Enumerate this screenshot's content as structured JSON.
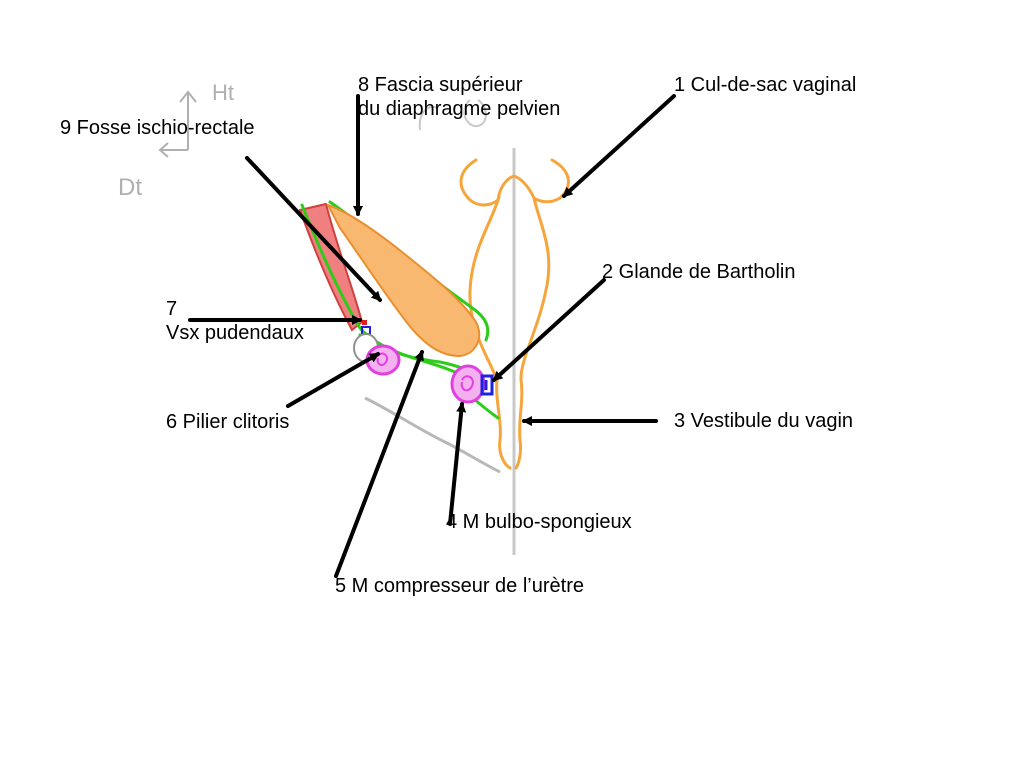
{
  "labels": {
    "l1": "1 Cul-de-sac vaginal",
    "l2": "2 Glande de Bartholin",
    "l3": "3 Vestibule du vagin",
    "l4": "4 M bulbo-spongieux",
    "l5": "5 M compresseur de l’urètre",
    "l6": "6 Pilier clitoris",
    "l7_line1": "7",
    "l7_line2": "Vsx pudendaux",
    "l8_line1": "8 Fascia supérieur",
    "l8_line2": "du diaphragme pelvien",
    "l9": "9 Fosse ischio-rectale"
  },
  "sketch_marks": {
    "orientation_up": "Ht",
    "orientation_right": "Dt"
  },
  "colors": {
    "vagina_outline": "#f5a53a",
    "levator_fill": "#f8b870",
    "levator_stroke": "#e89030",
    "fascia_green": "#2ecc1a",
    "ischio_fill": "#f08080",
    "ischio_stroke": "#d04040",
    "bulb_magenta": "#e040e0",
    "bulb_fill": "#f5b0f0",
    "gland_blue": "#2020e0",
    "skin_gray": "#b8b8b8",
    "midline_gray": "#c8c8c8",
    "arrow_black": "#000000"
  }
}
